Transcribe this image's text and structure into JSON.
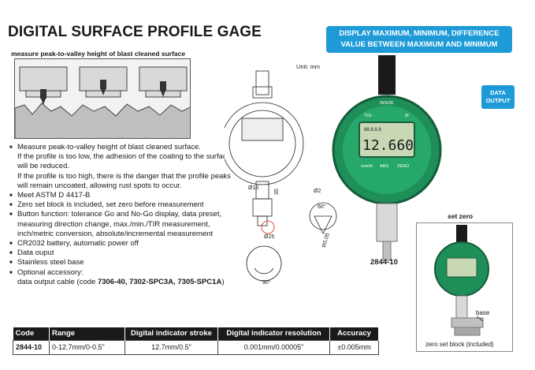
{
  "title": "DIGITAL SURFACE PROFILE GAGE",
  "illustration_caption": "measure peak-to-valley height of blast cleaned surface",
  "unit_label": "Unit: mm",
  "banner": {
    "line1": "DISPLAY MAXIMUM, MINIMUM, DIFFERENCE",
    "line2": "VALUE BETWEEN MAXIMUM AND MINIMUM"
  },
  "data_output_badge": {
    "line1": "DATA",
    "line2": "OUTPUT"
  },
  "features": [
    "Measure peak-to-valley height of blast cleaned surface.",
    "Meet ASTM D 4417-B",
    "Zero set block is included, set zero before measurement",
    "Button function: tolerance Go and No-Go display, data preset, measuring direction change, max./min./TIR measurement, inch/metric conversion, absolute/incremental measurement",
    "CR2032 battery, automatic power off",
    "Data ouput",
    "Stainless steel base",
    "Optional accessory:"
  ],
  "feature_detail": "If the profile is too low, the adhesion of the coating to the surface will be reduced.",
  "feature_detail2": "If the profile is too high, there is the danger that the profile peaks will remain uncoated, allowing rust spots to occur.",
  "accessory": {
    "prefix": "data output cable (code ",
    "codes": "7306-40, 7302-SPC3A, 7305-SPC1A",
    "suffix": ")"
  },
  "drawing": {
    "d16": "Ø16",
    "h35": "35",
    "d2": "Ø2",
    "angle60": "60°",
    "d25": "Ø25",
    "r005": "R0.05",
    "angle90": "90°"
  },
  "dial": {
    "reading": "12.660",
    "small": "88.8.8.8",
    "tol": "TOL",
    "m": "M",
    "mmin": "mm/in",
    "abs": "ABS",
    "zero": "ZERO",
    "brand": "INSIZE"
  },
  "model_label": "2844-10",
  "setzero": {
    "title": "set zero",
    "base": "base",
    "block": "zero set block (included)"
  },
  "table": {
    "headers": [
      "Code",
      "Range",
      "Digital indicator stroke",
      "Digital indicator resolution",
      "Accuracy"
    ],
    "rows": [
      [
        "2844-10",
        "0-12.7mm/0-0.5\"",
        "12.7mm/0.5\"",
        "0.001mm/0.00005\"",
        "±0.005mm"
      ]
    ]
  },
  "colors": {
    "banner": "#1e9bd7",
    "dial_green": "#1f8f5a",
    "lcd": "#c9d8b4"
  }
}
